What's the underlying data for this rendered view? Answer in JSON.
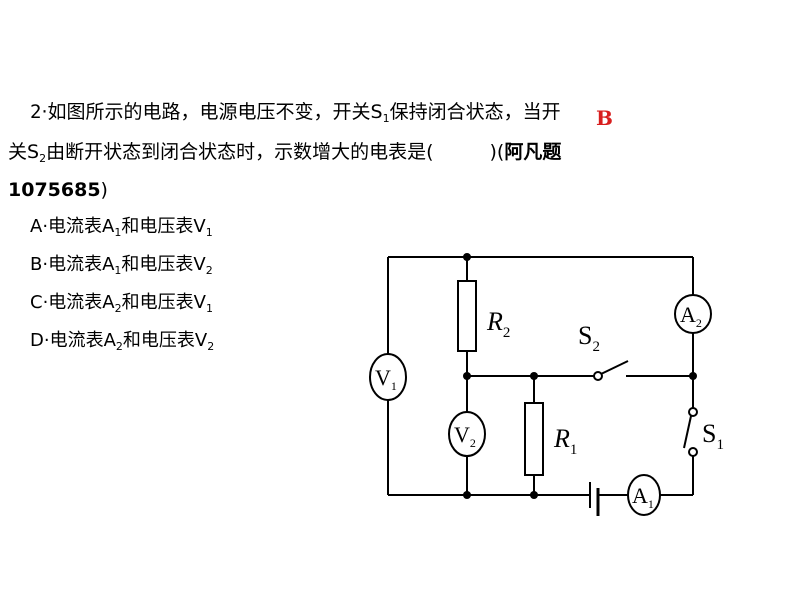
{
  "question": {
    "number": "2",
    "line1": "·如图所示的电路，电源电压不变，开关S",
    "line1_sub": "1",
    "line1_b": "保持闭合状态，当开",
    "line2_a": "关S",
    "line2_sub": "2",
    "line2_b": "由断开状态到闭合状态时，示数增大的电表是(",
    "line2_paren_close": ")(",
    "source_name": "阿凡题",
    "source_id": "1075685",
    "source_close": ")",
    "answer": "B"
  },
  "options": [
    {
      "letter": "A",
      "p1": "·电流表A",
      "s1": "1",
      "p2": "和电压表V",
      "s2": "1"
    },
    {
      "letter": "B",
      "p1": "·电流表A",
      "s1": "1",
      "p2": "和电压表V",
      "s2": "2"
    },
    {
      "letter": "C",
      "p1": "·电流表A",
      "s1": "2",
      "p2": "和电压表V",
      "s2": "1"
    },
    {
      "letter": "D",
      "p1": "·电流表A",
      "s1": "2",
      "p2": "和电压表V",
      "s2": "2"
    }
  ],
  "circuit": {
    "R2": {
      "main": "R",
      "sub": "2"
    },
    "R1": {
      "main": "R",
      "sub": "1"
    },
    "S2": {
      "main": "S",
      "sub": "2"
    },
    "S1": {
      "main": "S",
      "sub": "1"
    },
    "V1": {
      "main": "V",
      "sub": "1"
    },
    "V2": {
      "main": "V",
      "sub": "2"
    },
    "A1": {
      "main": "A",
      "sub": "1"
    },
    "A2": {
      "main": "A",
      "sub": "2"
    }
  },
  "colors": {
    "answer": "#d81e1e",
    "ink": "#000000"
  }
}
